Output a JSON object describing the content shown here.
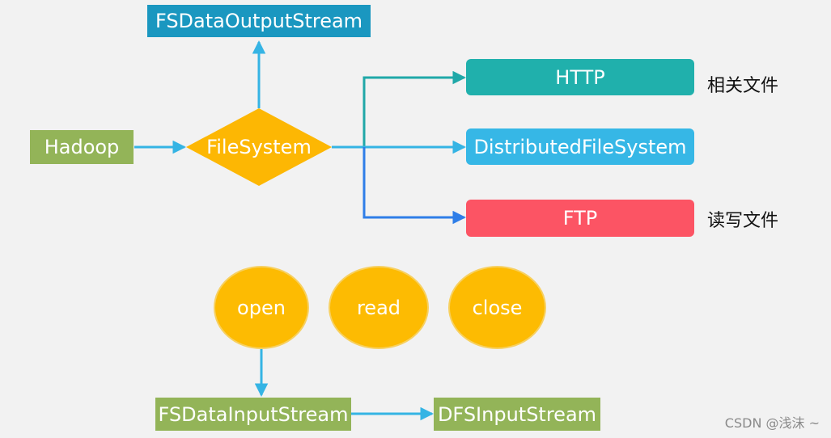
{
  "nodes": {
    "fsdataoutputstream": "FSDataOutputStream",
    "hadoop": "Hadoop",
    "filesystem": "FileSystem",
    "http": "HTTP",
    "distributedfilesystem": "DistributedFileSystem",
    "ftp": "FTP",
    "open": "open",
    "read": "read",
    "close": "close",
    "fsdatainputstream": "FSDataInputStream",
    "dfsinputstream": "DFSInputStream"
  },
  "notes": {
    "related_files": "相关文件",
    "read_write_files": "读写文件"
  },
  "watermark": "CSDN @浅沫 ~",
  "colors": {
    "background": "#f2f2f2",
    "blue_box": "#1a97c0",
    "green_box": "#93b458",
    "diamond": "#fdb703",
    "teal_box": "#20b0ac",
    "cyan_box": "#36b7e6",
    "red_box": "#fc5464",
    "ellipse": "#fdbb02",
    "arrow_cyan": "#35b4e4",
    "arrow_teal": "#20a8a8",
    "arrow_blue": "#2f7ee8"
  },
  "edges": [
    {
      "from": "filesystem",
      "to": "fsdataoutputstream"
    },
    {
      "from": "hadoop",
      "to": "filesystem"
    },
    {
      "from": "filesystem",
      "to": "http"
    },
    {
      "from": "filesystem",
      "to": "distributedfilesystem"
    },
    {
      "from": "filesystem",
      "to": "ftp"
    },
    {
      "from": "open",
      "to": "fsdatainputstream"
    },
    {
      "from": "fsdatainputstream",
      "to": "dfsinputstream"
    }
  ]
}
